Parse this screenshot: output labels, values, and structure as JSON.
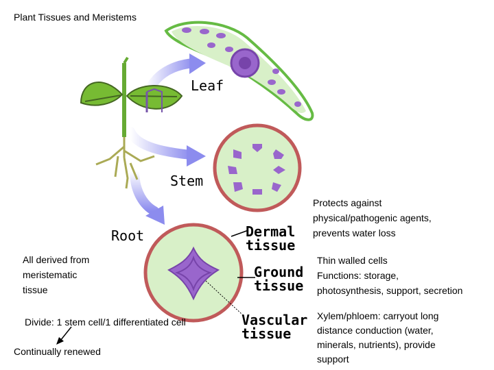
{
  "title": "Plant Tissues and Meristems",
  "organs": {
    "leaf": "Leaf",
    "stem": "Stem",
    "root": "Root"
  },
  "tissues": {
    "dermal": [
      "Dermal",
      "tissue"
    ],
    "ground": [
      "Ground",
      "tissue"
    ],
    "vascular": [
      "Vascular",
      "tissue"
    ]
  },
  "notes": {
    "dermal": [
      "Protects against",
      "physical/pathogenic agents,",
      "prevents water loss"
    ],
    "ground": [
      "Thin walled cells",
      "Functions: storage,",
      "photosynthesis, support, secretion"
    ],
    "vascular": [
      "Xylem/phloem: carryout long",
      "distance conduction (water,",
      "minerals, nutrients), provide",
      "support"
    ],
    "derived": [
      "All derived from",
      "meristematic",
      "tissue"
    ],
    "divide": "Divide: 1 stem cell/1 differentiated cell",
    "renewed": "Continually renewed"
  },
  "colors": {
    "cell_fill": "#d8f0c8",
    "rim": "#c05a5a",
    "vascular": "#9966cc",
    "nucleus": "#9966cc",
    "arrow": "#9999ee",
    "plant_green": "#66aa33",
    "leaf_dark": "#447722"
  }
}
